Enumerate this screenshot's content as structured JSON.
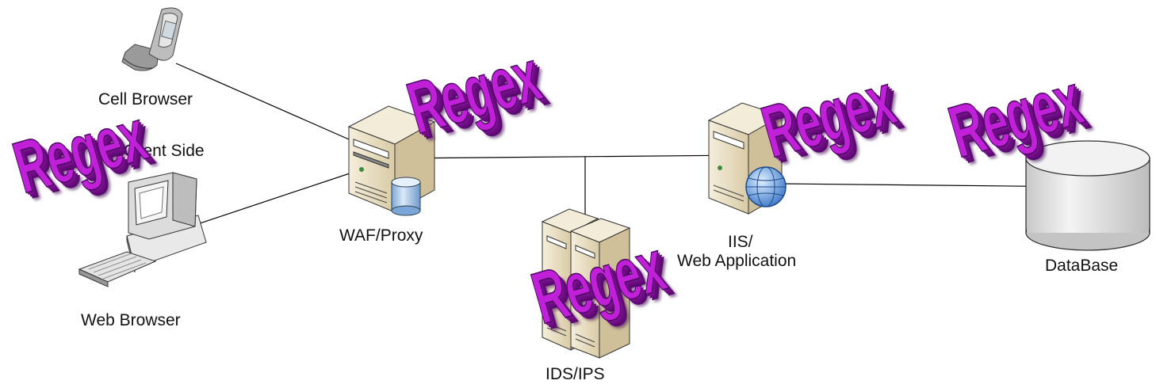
{
  "nodes": {
    "cell_browser": "Cell Browser",
    "client_side": "Client Side",
    "web_browser": "Web Browser",
    "waf_proxy": "WAF/Proxy",
    "ids_ips": "IDS/IPS",
    "iis_line1": "IIS/",
    "iis_line2": "Web Application",
    "database": "DataBase"
  },
  "overlay": {
    "word": "Regex"
  },
  "colors": {
    "wordart_fill": "#c020d8",
    "wordart_shadow": "#6a0c80",
    "connector": "#000000",
    "server_beige": "#efe6cf",
    "database_gray": "#d8d8d8"
  }
}
